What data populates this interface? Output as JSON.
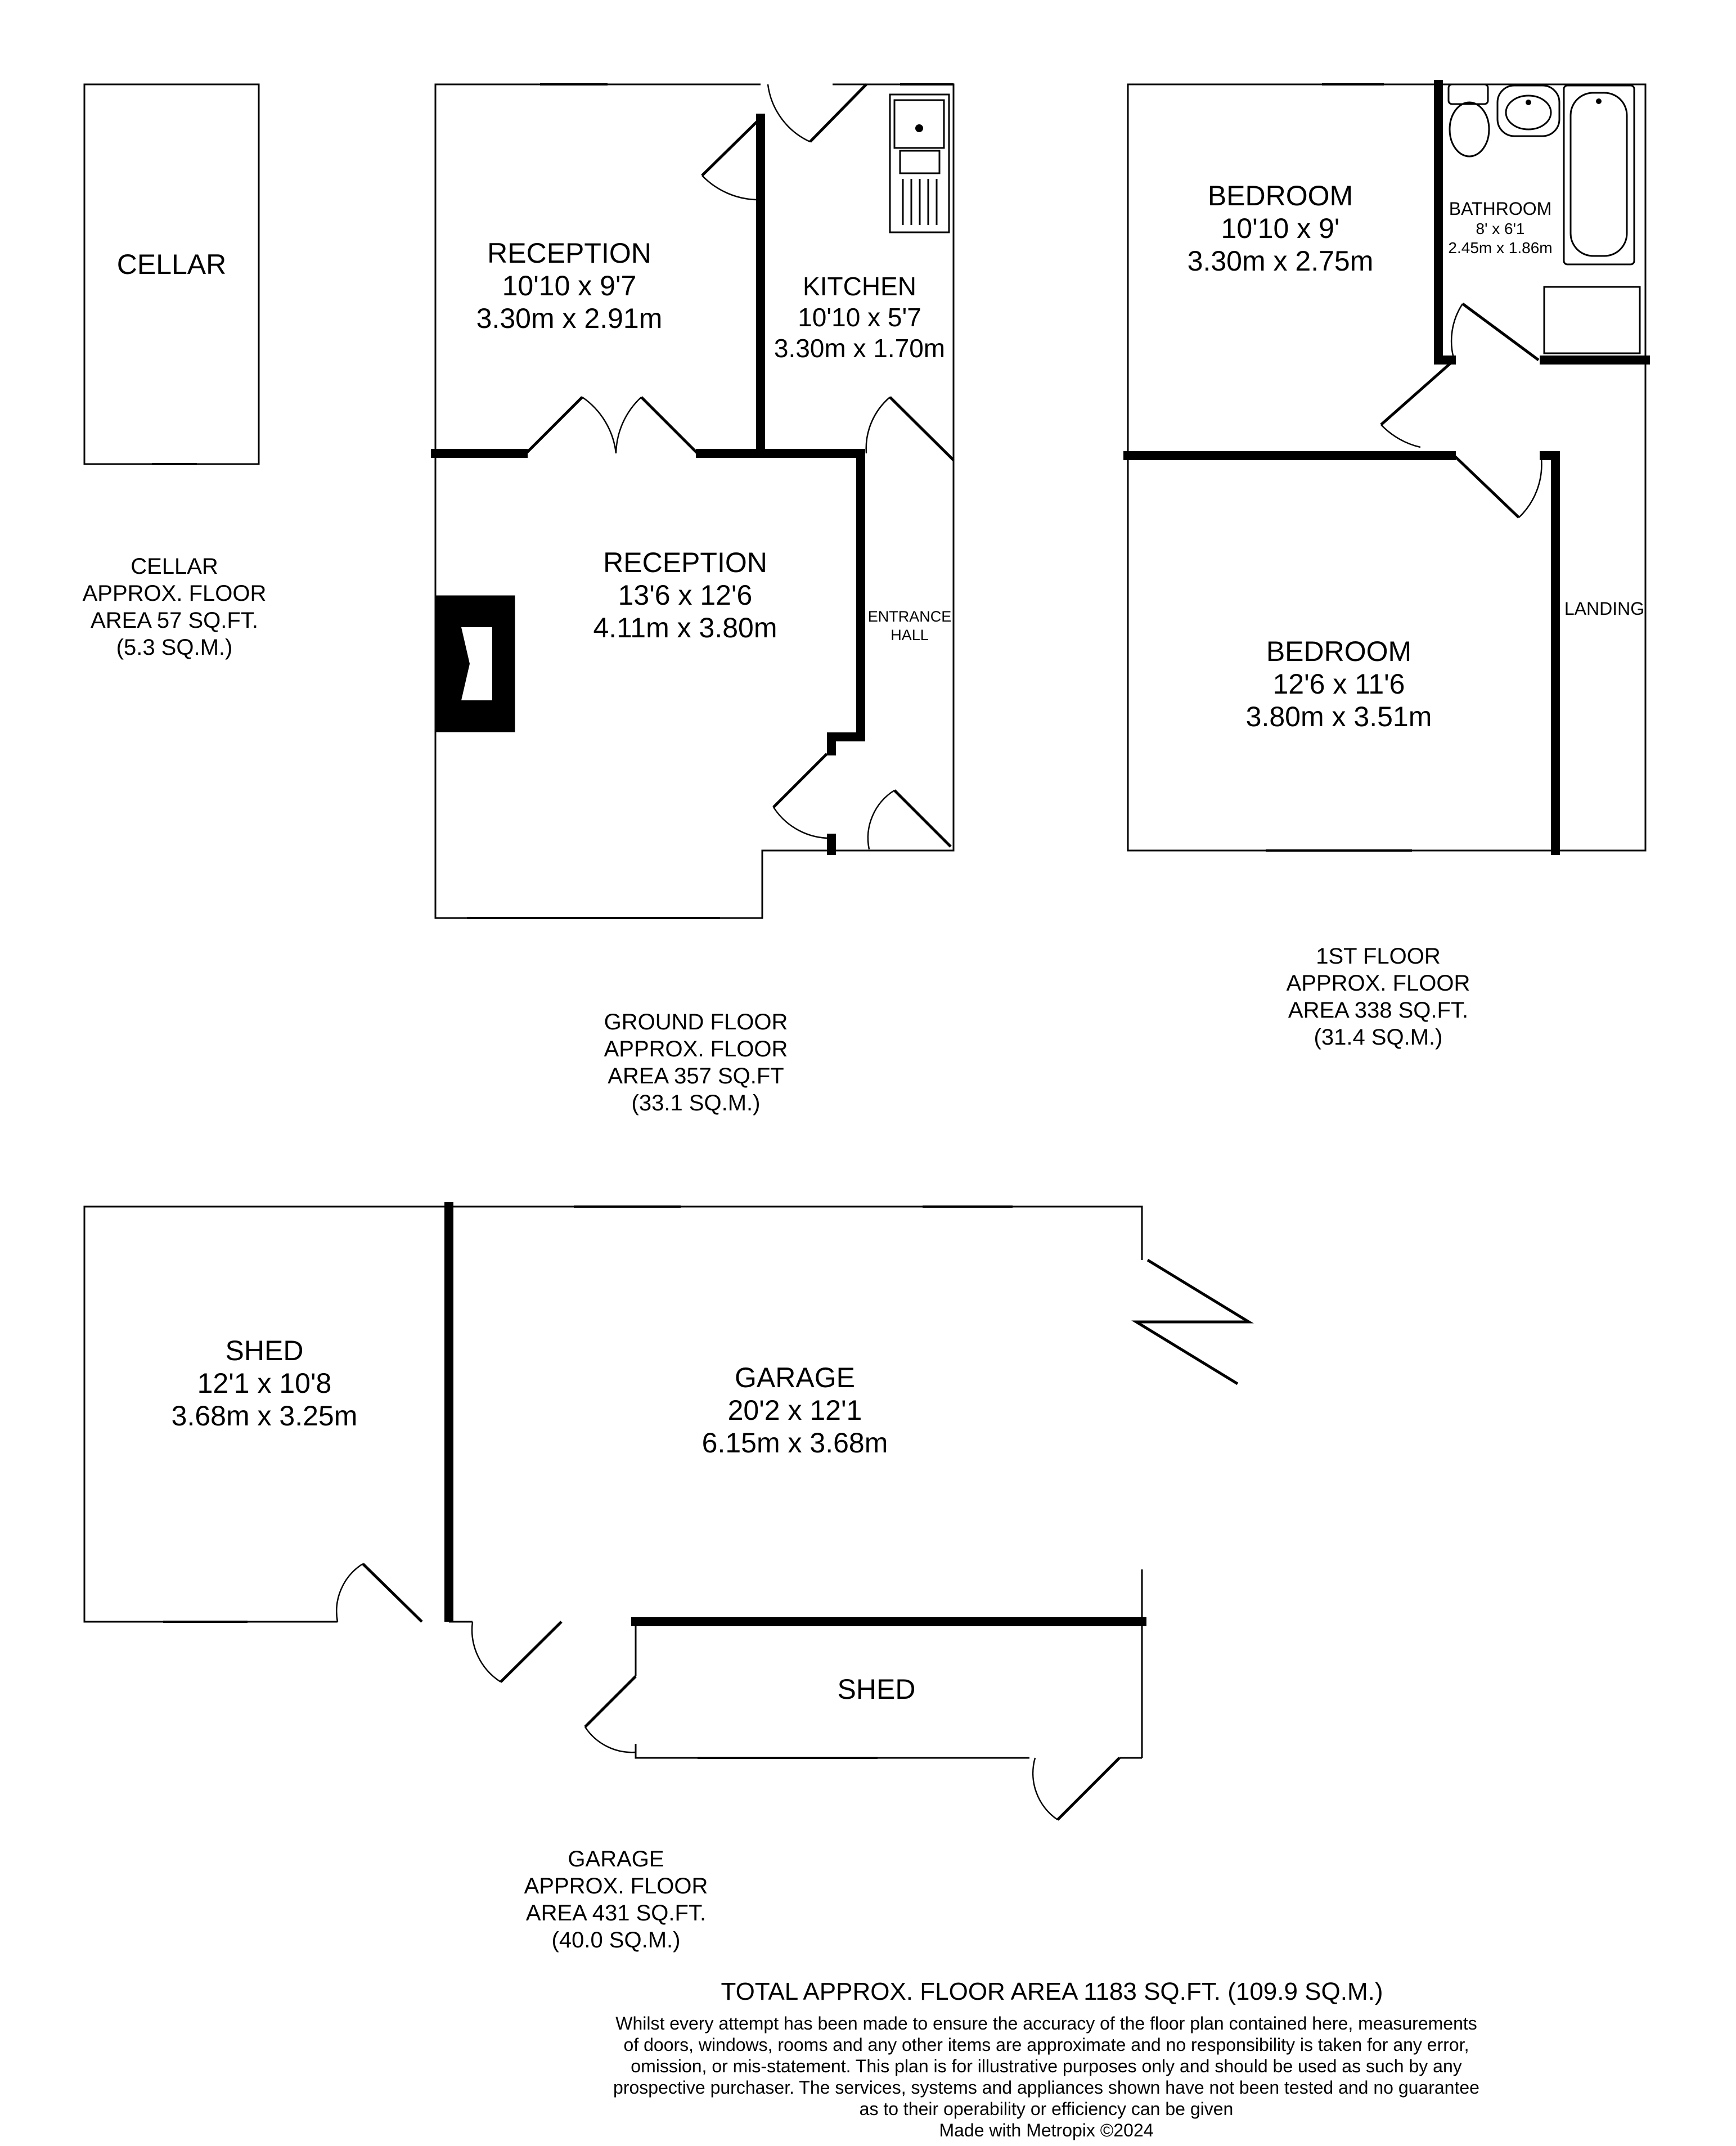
{
  "cellar": {
    "room_label": "CELLAR",
    "area": [
      "CELLAR",
      "APPROX. FLOOR",
      "AREA 57 SQ.FT.",
      "(5.3 SQ.M.)"
    ]
  },
  "ground_floor": {
    "reception_front": {
      "name": "RECEPTION",
      "imperial": "10'10 x 9'7",
      "metric": "3.30m x 2.91m"
    },
    "kitchen": {
      "name": "KITCHEN",
      "imperial": "10'10 x 5'7",
      "metric": "3.30m x 1.70m"
    },
    "reception_rear": {
      "name": "RECEPTION",
      "imperial": "13'6 x 12'6",
      "metric": "4.11m x 3.80m"
    },
    "entrance_hall": [
      "ENTRANCE",
      "HALL"
    ],
    "area": [
      "GROUND FLOOR",
      "APPROX. FLOOR",
      "AREA 357 SQ.FT",
      "(33.1 SQ.M.)"
    ]
  },
  "first_floor": {
    "bedroom_1": {
      "name": "BEDROOM",
      "imperial": "10'10 x 9'",
      "metric": "3.30m x 2.75m"
    },
    "bathroom": {
      "name": "BATHROOM",
      "imperial": "8' x 6'1",
      "metric": "2.45m x 1.86m"
    },
    "bedroom_2": {
      "name": "BEDROOM",
      "imperial": "12'6 x 11'6",
      "metric": "3.80m x 3.51m"
    },
    "landing": "LANDING",
    "area": [
      "1ST FLOOR",
      "APPROX. FLOOR",
      "AREA 338 SQ.FT.",
      "(31.4 SQ.M.)"
    ]
  },
  "garage_floor": {
    "shed_1": {
      "name": "SHED",
      "imperial": "12'1 x 10'8",
      "metric": "3.68m x 3.25m"
    },
    "garage": {
      "name": "GARAGE",
      "imperial": "20'2 x 12'1",
      "metric": "6.15m x 3.68m"
    },
    "shed_2": {
      "name": "SHED"
    },
    "area": [
      "GARAGE",
      "APPROX. FLOOR",
      "AREA 431 SQ.FT.",
      "(40.0 SQ.M.)"
    ]
  },
  "total_area": "TOTAL APPROX. FLOOR AREA 1183 SQ.FT. (109.9 SQ.M.)",
  "disclaimer": [
    "Whilst every attempt has been made to ensure the accuracy of the floor plan contained here, measurements",
    "of doors, windows, rooms and any other items are approximate and no responsibility is taken for any error,",
    "omission, or mis-statement. This plan is for illustrative purposes only and should be used as such by any",
    "prospective purchaser. The services, systems and appliances shown have not been tested and no guarantee",
    "as to their operability or efficiency can be given"
  ],
  "credit": "Made with Metropix ©2024"
}
